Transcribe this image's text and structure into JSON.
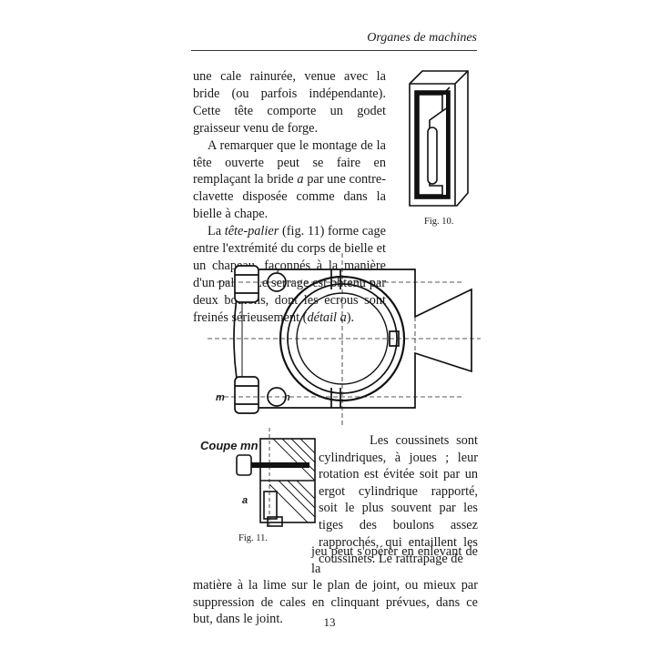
{
  "header": {
    "running_title": "Organes de machines"
  },
  "paragraphs": {
    "p1": "une cale rainurée, venue avec la bride (ou parfois indépendante). Cette tête comporte un godet graisseur venu de forge.",
    "p2_a": "A remarquer que le montage de la tête ouverte peut se faire en remplaçant la bride ",
    "p2_em": "a",
    "p2_b": " par une contre-clavette disposée comme dans la bielle à chape.",
    "p3_a": "La ",
    "p3_em": "tête-palier",
    "p3_b": " (fig. 11) forme cage entre l'extrémité du corps de bielle et un chapeau, façonnés à la manière d'un palier. Le serrage est obtenu par deux boulons, dont les écrous sont freinés sérieusement (",
    "p3_em2": "détail a",
    "p3_c": ").",
    "p4_side": "Les coussinets sont cylindriques, à joues ; leur rotation est évitée soit par un ergot cylindrique rapporté, soit le plus souvent par les tiges des boulons assez rapprochés, qui entaillent les coussinets. Le rattrapage de",
    "p4_line": "jeu peut s'opérer en enlevant de la",
    "p4_rest": "matière à la lime sur le plan de joint, ou mieux par suppression de cales en clinquant prévues, dans ce but, dans le joint."
  },
  "figures": {
    "fig10_caption": "Fig. 10.",
    "fig11_caption": "Fig. 11.",
    "coupe_label": "Coupe mn",
    "label_m": "m",
    "label_n": "n",
    "label_a": "a"
  },
  "footer": {
    "page_number": "13"
  }
}
